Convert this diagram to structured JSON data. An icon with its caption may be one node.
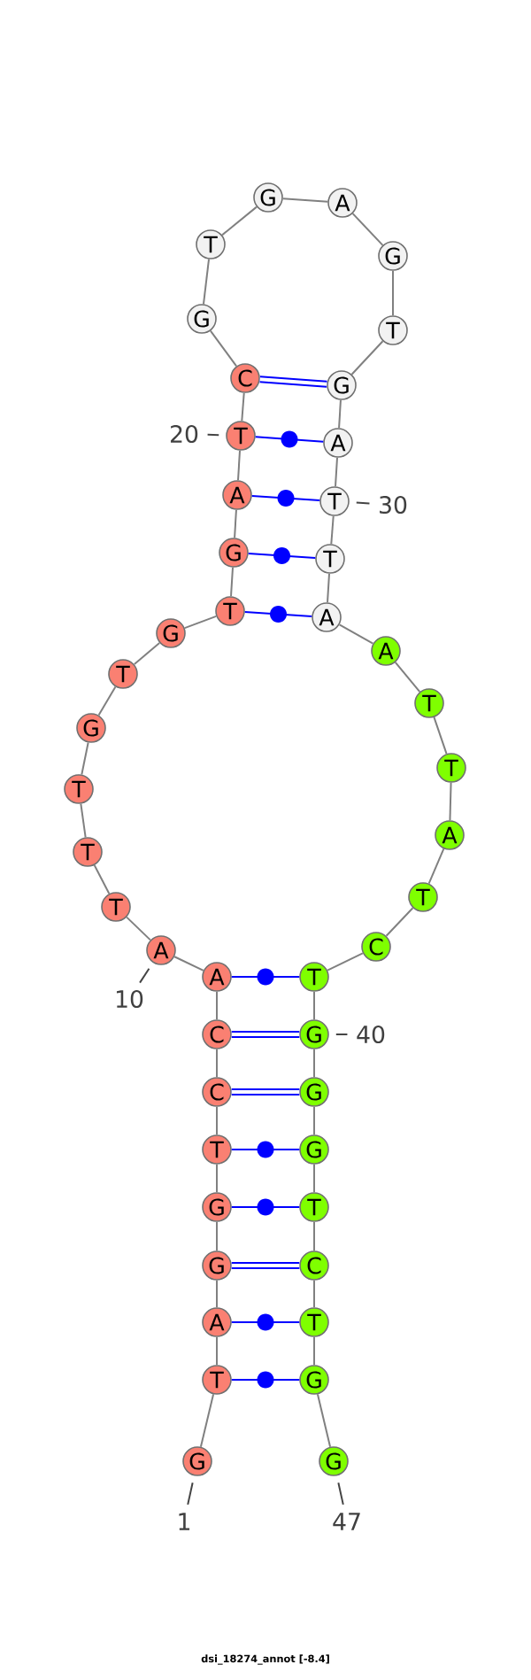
{
  "diagram": {
    "caption": "dsi_18274_annot [-8.4]",
    "nodes": [
      {
        "text": [
          "G"
        ]
      },
      {
        "text": [
          "T"
        ]
      },
      {
        "text": [
          "A"
        ]
      },
      {
        "text": [
          "G"
        ]
      },
      {
        "text": [
          "G"
        ]
      },
      {
        "text": [
          "T"
        ]
      },
      {
        "text": [
          "C"
        ]
      },
      {
        "text": [
          "C"
        ]
      },
      {
        "text": [
          "A"
        ]
      },
      {
        "text": [
          "A"
        ]
      },
      {
        "text": [
          "T"
        ]
      },
      {
        "text": [
          "T"
        ]
      },
      {
        "text": [
          "T"
        ]
      },
      {
        "text": [
          "G"
        ]
      },
      {
        "text": [
          "T"
        ]
      },
      {
        "text": [
          "G"
        ]
      },
      {
        "text": [
          "T"
        ]
      },
      {
        "text": [
          "G"
        ]
      },
      {
        "text": [
          "A"
        ]
      },
      {
        "text": [
          "T"
        ]
      },
      {
        "text": [
          "C"
        ]
      },
      {
        "text": [
          "G"
        ]
      },
      {
        "text": [
          "T"
        ]
      },
      {
        "text": [
          "G"
        ]
      },
      {
        "text": [
          "A"
        ]
      },
      {
        "text": [
          "G"
        ]
      },
      {
        "text": [
          "T"
        ]
      },
      {
        "text": [
          "G"
        ]
      },
      {
        "text": [
          "A"
        ]
      },
      {
        "text": [
          "T"
        ]
      },
      {
        "text": [
          "T"
        ]
      },
      {
        "text": [
          "A"
        ]
      },
      {
        "text": [
          "A"
        ]
      },
      {
        "text": [
          "T"
        ]
      },
      {
        "text": [
          "T"
        ]
      },
      {
        "text": [
          "A"
        ]
      },
      {
        "text": [
          "T"
        ]
      },
      {
        "text": [
          "C"
        ]
      },
      {
        "text": [
          "T"
        ]
      },
      {
        "text": [
          "G"
        ]
      },
      {
        "text": [
          "G"
        ]
      },
      {
        "text": [
          "G"
        ]
      },
      {
        "text": [
          "T"
        ]
      },
      {
        "text": [
          "C"
        ]
      },
      {
        "text": [
          "T"
        ]
      },
      {
        "text": [
          "G"
        ]
      },
      {
        "text": [
          "G"
        ]
      },
      {
        "text": [
          "1"
        ]
      },
      {
        "text": [
          "10"
        ]
      },
      {
        "text": [
          "20"
        ]
      },
      {
        "text": [
          "30"
        ]
      },
      {
        "text": [
          "40"
        ]
      },
      {
        "text": [
          "47"
        ]
      }
    ],
    "edges": [
      {
        "from": 0,
        "to": 1,
        "arrow": "none"
      },
      {
        "from": 1,
        "to": 2,
        "arrow": "none"
      },
      {
        "from": 2,
        "to": 3,
        "arrow": "none"
      },
      {
        "from": 3,
        "to": 4,
        "arrow": "none"
      },
      {
        "from": 4,
        "to": 5,
        "arrow": "none"
      },
      {
        "from": 5,
        "to": 6,
        "arrow": "none"
      },
      {
        "from": 6,
        "to": 7,
        "arrow": "none"
      },
      {
        "from": 7,
        "to": 8,
        "arrow": "none"
      },
      {
        "from": 8,
        "to": 9,
        "arrow": "none"
      },
      {
        "from": 9,
        "to": 10,
        "arrow": "none"
      },
      {
        "from": 10,
        "to": 11,
        "arrow": "none"
      },
      {
        "from": 11,
        "to": 12,
        "arrow": "none"
      },
      {
        "from": 12,
        "to": 13,
        "arrow": "none"
      },
      {
        "from": 13,
        "to": 14,
        "arrow": "none"
      },
      {
        "from": 14,
        "to": 15,
        "arrow": "none"
      },
      {
        "from": 15,
        "to": 16,
        "arrow": "none"
      },
      {
        "from": 16,
        "to": 17,
        "arrow": "none"
      },
      {
        "from": 17,
        "to": 18,
        "arrow": "none"
      },
      {
        "from": 18,
        "to": 19,
        "arrow": "none"
      },
      {
        "from": 19,
        "to": 20,
        "arrow": "none"
      },
      {
        "from": 20,
        "to": 21,
        "arrow": "none"
      },
      {
        "from": 21,
        "to": 22,
        "arrow": "none"
      },
      {
        "from": 22,
        "to": 23,
        "arrow": "none"
      },
      {
        "from": 23,
        "to": 24,
        "arrow": "none"
      },
      {
        "from": 24,
        "to": 25,
        "arrow": "none"
      },
      {
        "from": 25,
        "to": 26,
        "arrow": "none"
      },
      {
        "from": 26,
        "to": 27,
        "arrow": "none"
      },
      {
        "from": 27,
        "to": 28,
        "arrow": "none"
      },
      {
        "from": 28,
        "to": 29,
        "arrow": "none"
      },
      {
        "from": 29,
        "to": 30,
        "arrow": "none"
      },
      {
        "from": 30,
        "to": 31,
        "arrow": "none"
      },
      {
        "from": 31,
        "to": 32,
        "arrow": "none"
      },
      {
        "from": 32,
        "to": 33,
        "arrow": "none"
      },
      {
        "from": 33,
        "to": 34,
        "arrow": "none"
      },
      {
        "from": 34,
        "to": 35,
        "arrow": "none"
      },
      {
        "from": 35,
        "to": 36,
        "arrow": "none"
      },
      {
        "from": 36,
        "to": 37,
        "arrow": "none"
      },
      {
        "from": 37,
        "to": 38,
        "arrow": "none"
      },
      {
        "from": 38,
        "to": 39,
        "arrow": "none"
      },
      {
        "from": 39,
        "to": 40,
        "arrow": "none"
      },
      {
        "from": 40,
        "to": 41,
        "arrow": "none"
      },
      {
        "from": 41,
        "to": 42,
        "arrow": "none"
      },
      {
        "from": 42,
        "to": 43,
        "arrow": "none"
      },
      {
        "from": 43,
        "to": 44,
        "arrow": "none"
      },
      {
        "from": 44,
        "to": 45,
        "arrow": "none"
      },
      {
        "from": 45,
        "to": 46,
        "arrow": "none"
      },
      {
        "from": 1,
        "to": 45,
        "arrow": "none",
        "color": "#0000ff"
      },
      {
        "from": 2,
        "to": 44,
        "arrow": "none",
        "color": "#0000ff"
      },
      {
        "from": 3,
        "to": 43,
        "arrow": "none",
        "style": "thick",
        "color": "#0000ff"
      },
      {
        "from": 4,
        "to": 42,
        "arrow": "none",
        "color": "#0000ff"
      },
      {
        "from": 5,
        "to": 41,
        "arrow": "none",
        "color": "#0000ff"
      },
      {
        "from": 6,
        "to": 40,
        "arrow": "none",
        "style": "thick",
        "color": "#0000ff"
      },
      {
        "from": 7,
        "to": 39,
        "arrow": "none",
        "style": "thick",
        "color": "#0000ff"
      },
      {
        "from": 8,
        "to": 38,
        "arrow": "none",
        "color": "#0000ff"
      },
      {
        "from": 16,
        "to": 31,
        "arrow": "none",
        "color": "#0000ff"
      },
      {
        "from": 17,
        "to": 30,
        "arrow": "none",
        "color": "#0000ff"
      },
      {
        "from": 18,
        "to": 29,
        "arrow": "none",
        "color": "#0000ff"
      },
      {
        "from": 19,
        "to": 28,
        "arrow": "none",
        "color": "#0000ff"
      },
      {
        "from": 20,
        "to": 27,
        "arrow": "none",
        "style": "thick",
        "color": "#0000ff"
      },
      {
        "from": 47,
        "to": 0,
        "arrow": "none",
        "color": "#444444"
      },
      {
        "from": 48,
        "to": 9,
        "arrow": "none",
        "color": "#444444"
      },
      {
        "from": 49,
        "to": 19,
        "arrow": "none",
        "color": "#444444"
      },
      {
        "from": 50,
        "to": 29,
        "arrow": "none",
        "color": "#444444"
      },
      {
        "from": 51,
        "to": 39,
        "arrow": "none",
        "color": "#444444"
      },
      {
        "from": 52,
        "to": 46,
        "arrow": "none",
        "color": "#444444"
      }
    ]
  }
}
